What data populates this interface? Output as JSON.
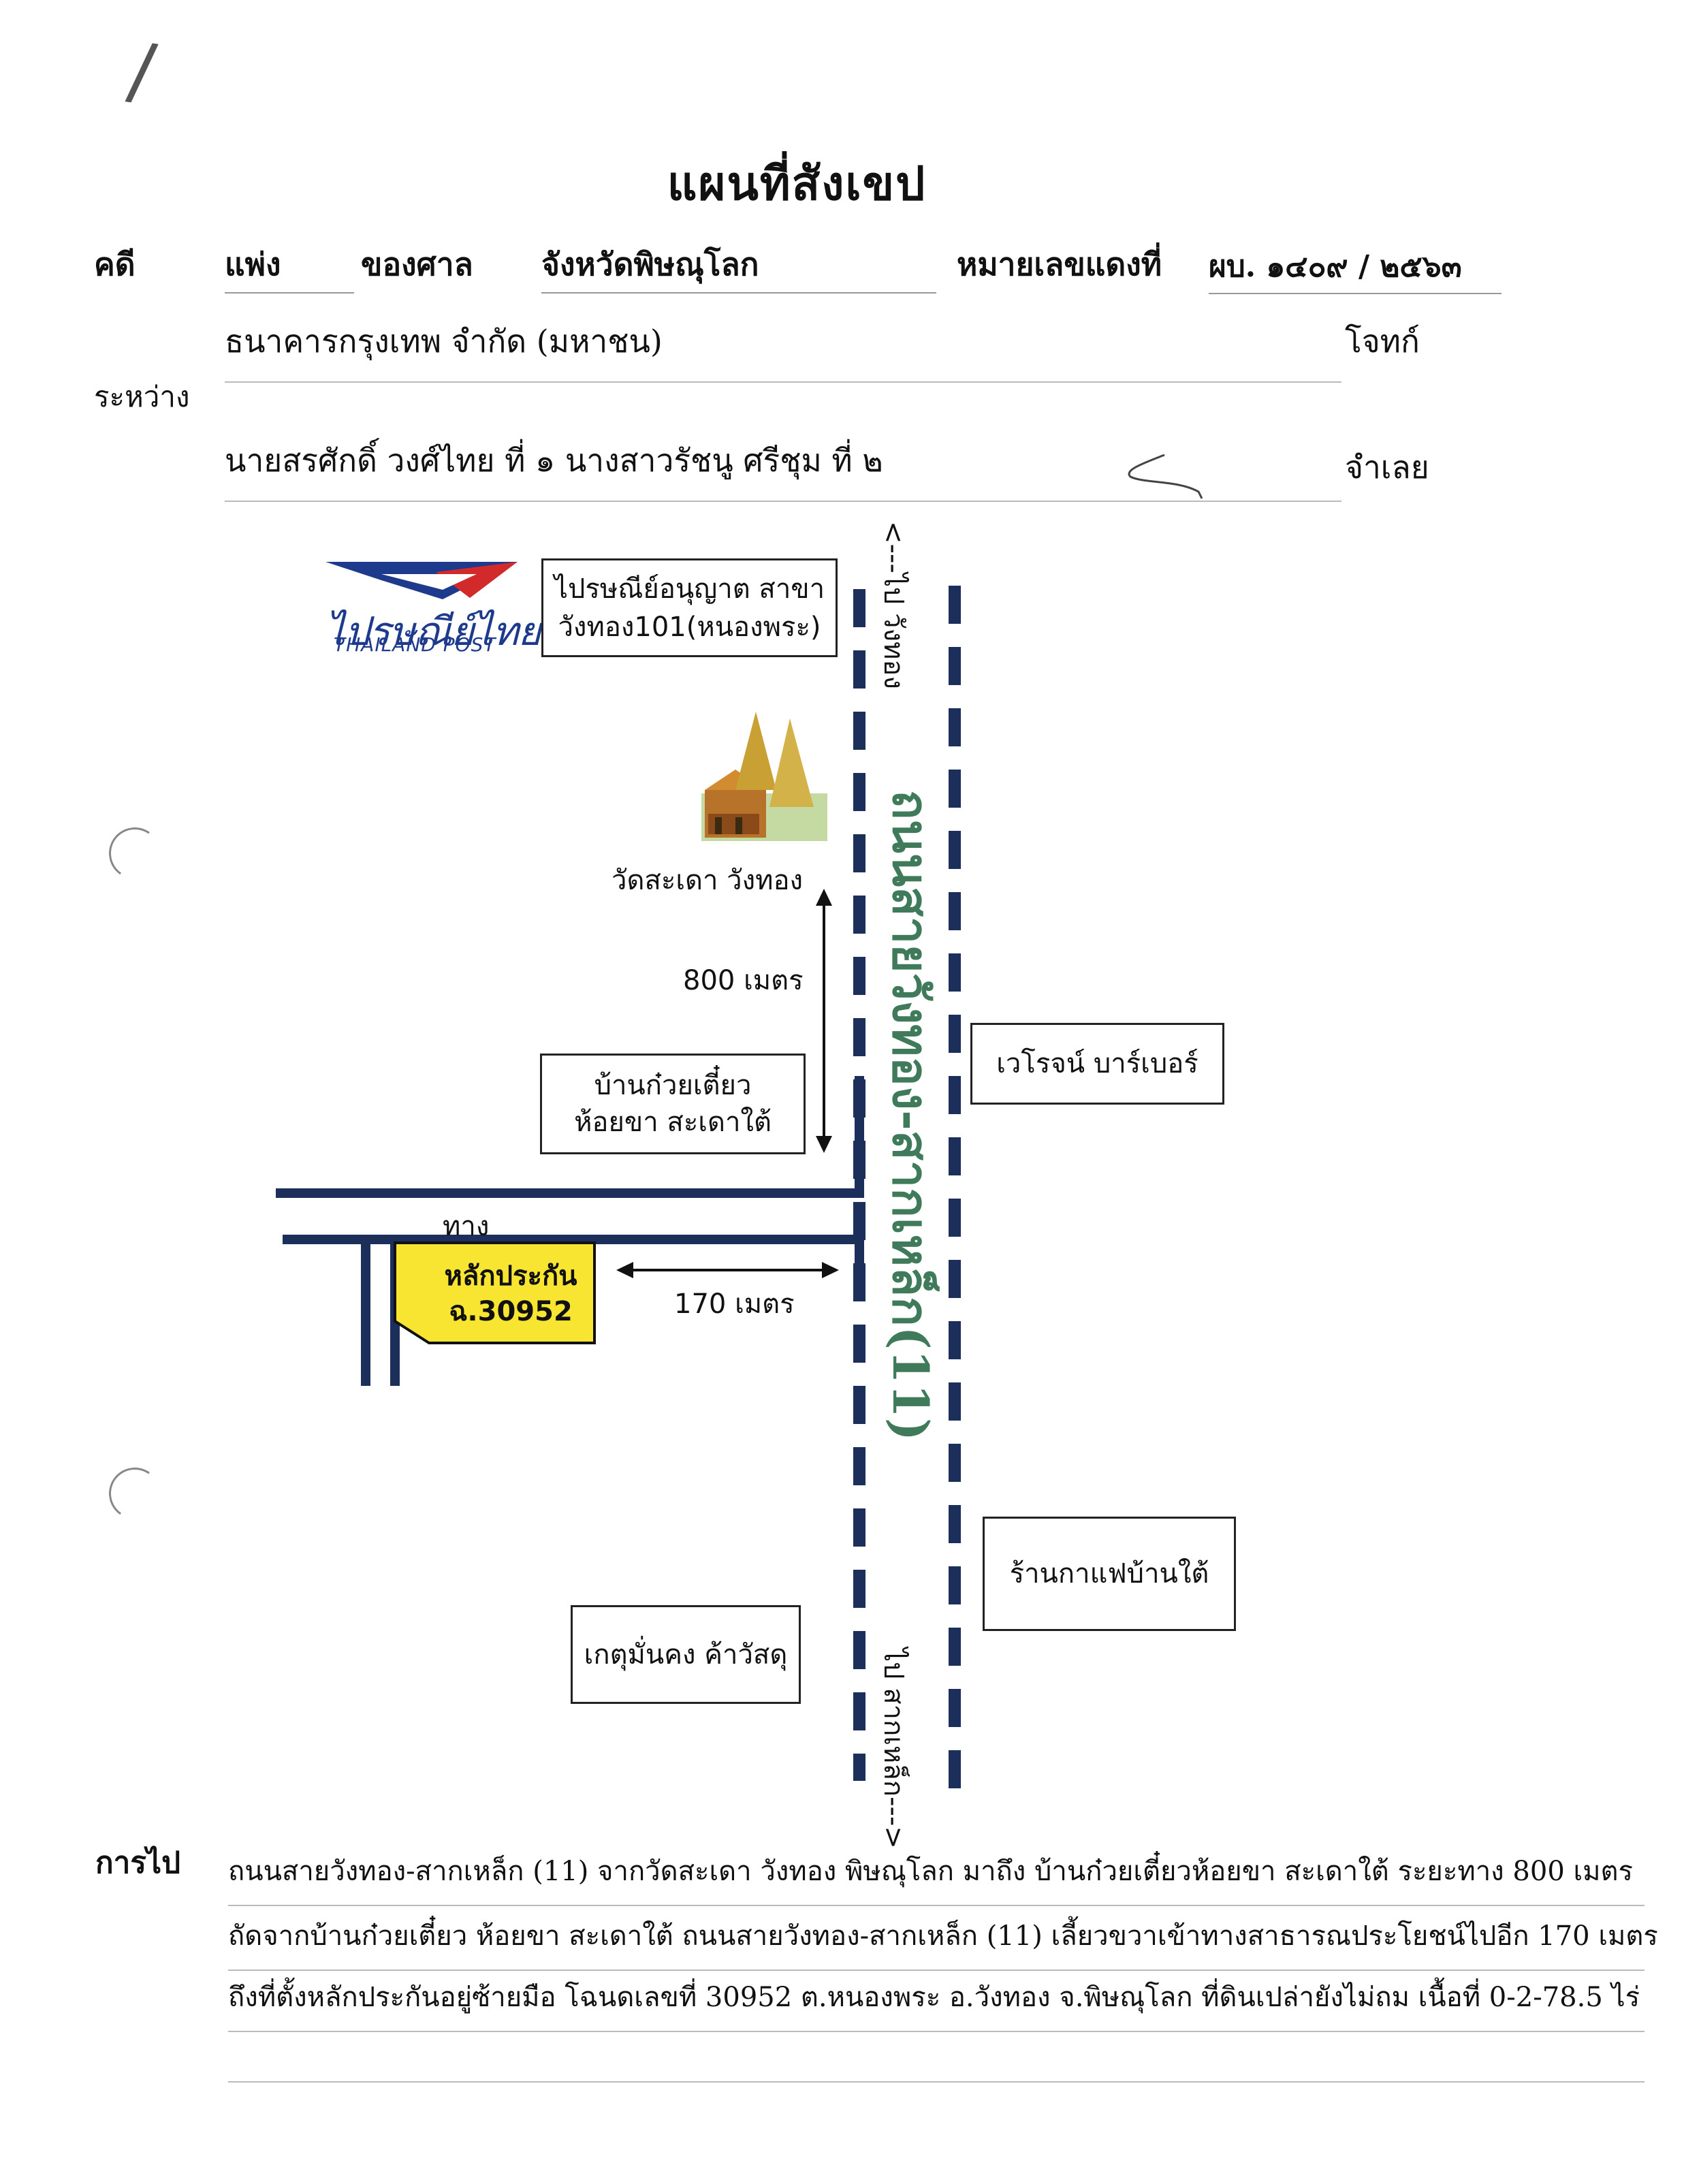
{
  "header": {
    "mark": "/",
    "title": "แผนที่สังเขป",
    "case_label": "คดี",
    "case_type": "แพ่ง",
    "court_label": "ของศาล",
    "court_name": "จังหวัดพิษณุโลก",
    "red_no_label": "หมายเลขแดงที่",
    "red_no": "ผบ. ๑๔๐๙ / ๒๕๖๓"
  },
  "parties": {
    "between_label": "ระหว่าง",
    "plaintiff": "ธนาคารกรุงเทพ จำกัด (มหาชน)",
    "plaintiff_label": "โจทก์",
    "defendant": "นายสรศักดิ์ วงศ์ไทย ที่ ๑ นางสาวรัชนู ศรีชุม ที่ ๒",
    "defendant_label": "จำเลย"
  },
  "map": {
    "post_logo_th": "ไปรษณีย์ไทย",
    "post_logo_en": "THAILAND POST",
    "post_office_line1": "ไปรษณีย์อนุญาต สาขา",
    "post_office_line2": "วังทอง101(หนองพระ)",
    "to_wangthong": "<---ไป วังทอง",
    "temple": "วัดสะเดา วังทอง",
    "dist_800": "800 เมตร",
    "noodle_line1": "บ้านก๋วยเตี๋ยว",
    "noodle_line2": "ห้อยขา สะเดาใต้",
    "barber": "เวโรจน์ บาร์เบอร์",
    "road_name": "ถนนสายวังทอง-สากเหล็ก(11)",
    "path_label": "ทาง",
    "lot_line1": "หลักประกัน",
    "lot_line2": "ฉ.30952",
    "dist_170": "170 เมตร",
    "coffee": "ร้านกาแฟบ้านใต้",
    "hardware": "เกตุมั่นคง ค้าวัสดุ",
    "to_saklek": "ไป สากเหล็ก--->"
  },
  "directions": {
    "label": "การไป",
    "lines": [
      "ถนนสายวังทอง-สากเหล็ก (11) จากวัดสะเดา วังทอง พิษณุโลก  มาถึง บ้านก๋วยเตี๋ยวห้อยขา สะเดาใต้ ระยะทาง 800 เมตร",
      "ถัดจากบ้านก๋วยเตี๋ยว ห้อยขา สะเดาใต้ ถนนสายวังทอง-สากเหล็ก (11) เลี้ยวขวาเข้าทางสาธารณประโยชน์ไปอีก 170 เมตร",
      "ถึงที่ตั้งหลักประกันอยู่ซ้ายมือ โฉนดเลขที่ 30952 ต.หนองพระ อ.วังทอง จ.พิษณุโลก ที่ดินเปล่ายังไม่ถม เนื้อที่ 0-2-78.5 ไร่",
      ""
    ]
  },
  "colors": {
    "road_dark": "#1b2f5a",
    "road_name_green": "#3f7b5a",
    "lot_yellow": "#f7e531",
    "logo_blue": "#1e3a8c",
    "logo_red": "#d22a2a"
  }
}
